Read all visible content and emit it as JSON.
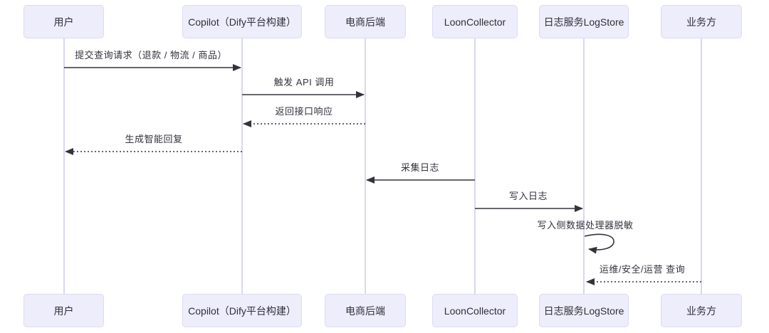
{
  "diagram": {
    "kind": "sequence-diagram",
    "actors": [
      {
        "id": "user",
        "label": "用户"
      },
      {
        "id": "copilot",
        "label": "Copilot（Dify平台构建）"
      },
      {
        "id": "ecommerce",
        "label": "电商后端"
      },
      {
        "id": "collector",
        "label": "LoonCollector"
      },
      {
        "id": "logstore",
        "label": "日志服务LogStore"
      },
      {
        "id": "business",
        "label": "业务方"
      }
    ],
    "messages": [
      {
        "label": "提交查询请求（退款 / 物流 / 商品）",
        "from": "用户",
        "to": "Copilot（Dify平台构建）",
        "style": "solid"
      },
      {
        "label": "触发 API 调用",
        "from": "Copilot（Dify平台构建）",
        "to": "电商后端",
        "style": "solid"
      },
      {
        "label": "返回接口响应",
        "from": "电商后端",
        "to": "Copilot（Dify平台构建）",
        "style": "dashed"
      },
      {
        "label": "生成智能回复",
        "from": "Copilot（Dify平台构建）",
        "to": "用户",
        "style": "dashed"
      },
      {
        "label": "采集日志",
        "from": "LoonCollector",
        "to": "电商后端",
        "style": "solid"
      },
      {
        "label": "写入日志",
        "from": "LoonCollector",
        "to": "日志服务LogStore",
        "style": "solid"
      },
      {
        "label": "写入侧数据处理器脱敏",
        "from": "日志服务LogStore",
        "to": "日志服务LogStore",
        "style": "self-loop"
      },
      {
        "label": "运维/安全/运营 查询",
        "from": "业务方",
        "to": "日志服务LogStore",
        "style": "dashed"
      }
    ],
    "colors": {
      "node_fill": "#EDEDFB",
      "node_border": "#DCDCF4",
      "lifeline": "#CBCBEA",
      "arrow": "#33333d",
      "text": "#30303a",
      "background": "#FFFFFF"
    }
  }
}
